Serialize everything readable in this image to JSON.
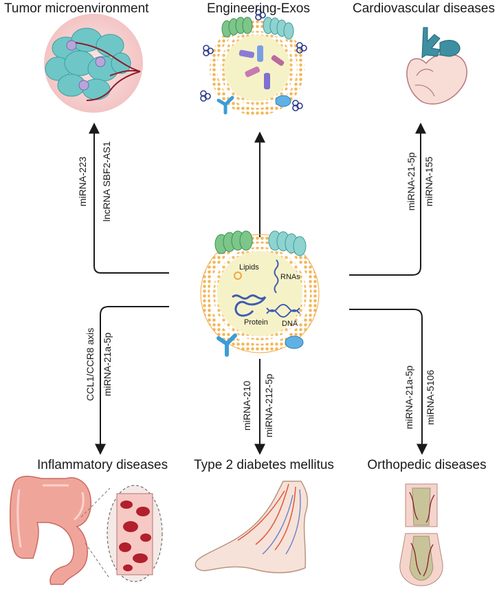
{
  "nodes": {
    "tumor": "Tumor microenvironment",
    "engineering": "Engineering-Exos",
    "cardio": "Cardiovascular diseases",
    "inflammatory": "Inflammatory diseases",
    "diabetes": "Type 2 diabetes mellitus",
    "ortho": "Orthopedic diseases"
  },
  "exosome_contents": {
    "lipids": "Lipids",
    "rnas": "RNAs",
    "protein": "Protein",
    "dna": "DNA"
  },
  "edge_labels": {
    "tumor_1": "miRNA-223",
    "tumor_2": "lncRNA SBF2-AS1",
    "cardio_1": "miRNA-21-5p",
    "cardio_2": "miRNA-155",
    "inflam_1": "CCL1/CCR8 axis",
    "inflam_2": "miRNA-21a-5p",
    "diabetes_1": "miRNA-210",
    "diabetes_2": "miRNA-212-5p",
    "ortho_1": "miRNA-21a-5p",
    "ortho_2": "miRNA-5106"
  },
  "colors": {
    "arrow": "#1a1a1a",
    "membrane_bead": "#f3b756",
    "lumen": "#f6f2c8",
    "receptor_green": "#7cc68a",
    "receptor_teal": "#72c7c4",
    "receptor_blue": "#3b9dd6",
    "helix": "#3e5db0",
    "tissue_pink": "#f6cfcf",
    "tumor_cell": "#6fc6c7",
    "vessel": "#8a1e2b"
  }
}
